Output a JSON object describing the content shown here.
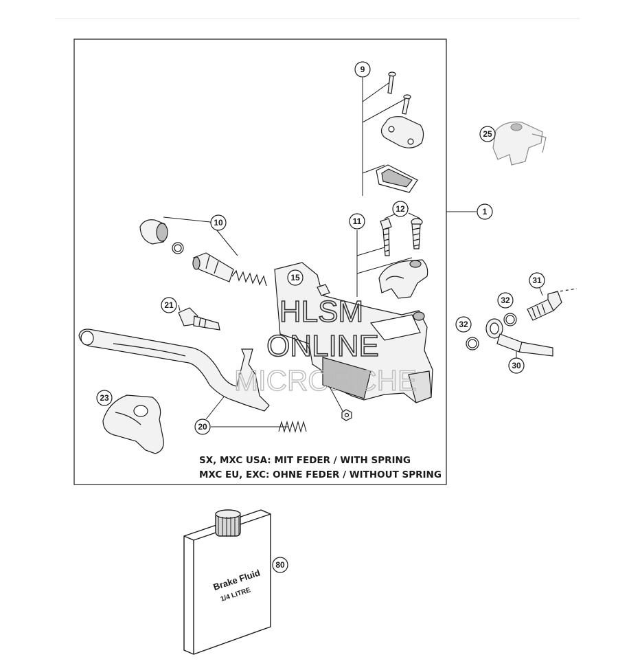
{
  "callouts": {
    "c1": "1",
    "c9": "9",
    "c10": "10",
    "c11": "11",
    "c12": "12",
    "c15": "15",
    "c20": "20",
    "c21": "21",
    "c23": "23",
    "c25": "25",
    "c30": "30",
    "c31": "31",
    "c32a": "32",
    "c32b": "32",
    "c80": "80"
  },
  "notes": {
    "line1": "SX, MXC USA: MIT FEDER / WITH SPRING",
    "line2": "MXC EU, EXC: OHNE FEDER / WITHOUT SPRING"
  },
  "watermark": {
    "line1": "HLSM",
    "line2": "ONLINE",
    "line3": "MICROFICHE"
  },
  "bottle": {
    "label1": "Brake Fluid",
    "label2": "1/4 LITRE"
  },
  "colors": {
    "line": "#1a1a1a",
    "part_fill": "#f2f2f2",
    "part_shade": "#bdbdbd",
    "watermark": "#333333",
    "watermark_light": "#bbbbbb",
    "rule": "#e6e6e6"
  }
}
